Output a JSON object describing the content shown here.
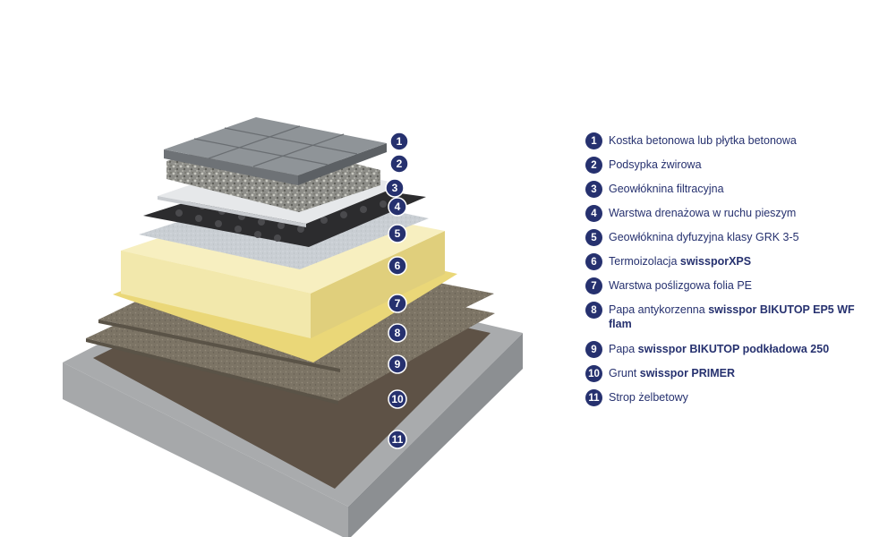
{
  "colors": {
    "marker": "#26316f",
    "legend_text": "#26316f"
  },
  "layers": [
    {
      "number": "1",
      "parts": [
        {
          "text": "Kostka betonowa lub płytka betonowa",
          "bold": false
        }
      ]
    },
    {
      "number": "2",
      "parts": [
        {
          "text": "Podsypka żwirowa",
          "bold": false
        }
      ]
    },
    {
      "number": "3",
      "parts": [
        {
          "text": "Geowłóknina filtracyjna",
          "bold": false
        }
      ]
    },
    {
      "number": "4",
      "parts": [
        {
          "text": "Warstwa drenażowa w ruchu pieszym",
          "bold": false
        }
      ]
    },
    {
      "number": "5",
      "parts": [
        {
          "text": "Geowłóknina dyfuzyjna klasy GRK 3-5",
          "bold": false
        }
      ]
    },
    {
      "number": "6",
      "parts": [
        {
          "text": "Termoizolacja ",
          "bold": false
        },
        {
          "text": "swissporXPS",
          "bold": true
        }
      ]
    },
    {
      "number": "7",
      "parts": [
        {
          "text": "Warstwa poślizgowa folia PE",
          "bold": false
        }
      ]
    },
    {
      "number": "8",
      "parts": [
        {
          "text": "Papa antykorzenna ",
          "bold": false
        },
        {
          "text": "swisspor BIKUTOP EP5 WF flam",
          "bold": true
        }
      ]
    },
    {
      "number": "9",
      "parts": [
        {
          "text": "Papa ",
          "bold": false
        },
        {
          "text": "swisspor BIKUTOP podkładowa 250",
          "bold": true
        }
      ]
    },
    {
      "number": "10",
      "parts": [
        {
          "text": "Grunt ",
          "bold": false
        },
        {
          "text": "swisspor PRIMER",
          "bold": true
        }
      ]
    },
    {
      "number": "11",
      "parts": [
        {
          "text": "Strop żelbetowy",
          "bold": false
        }
      ]
    }
  ]
}
